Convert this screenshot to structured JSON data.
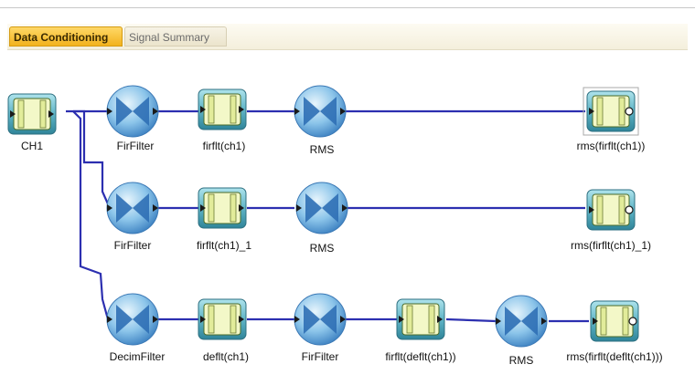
{
  "tabs": [
    {
      "label": "Data Conditioning",
      "active": true
    },
    {
      "label": "Signal Summary",
      "active": false
    }
  ],
  "nodes": {
    "ch1": {
      "label": "CH1",
      "icon": "channel-icon"
    },
    "fir1": {
      "label": "FirFilter",
      "icon": "filter-function-icon"
    },
    "firflt1": {
      "label": "firflt(ch1)",
      "icon": "channel-icon"
    },
    "rms1": {
      "label": "RMS",
      "icon": "rms-function-icon"
    },
    "out1": {
      "label": "rms(firflt(ch1))",
      "icon": "output-channel-icon"
    },
    "fir2": {
      "label": "FirFilter",
      "icon": "filter-function-icon"
    },
    "firflt2": {
      "label": "firflt(ch1)_1",
      "icon": "channel-icon"
    },
    "rms2": {
      "label": "RMS",
      "icon": "rms-function-icon"
    },
    "out2": {
      "label": "rms(firflt(ch1)_1)",
      "icon": "output-channel-icon"
    },
    "decim": {
      "label": "DecimFilter",
      "icon": "filter-function-icon"
    },
    "deflt": {
      "label": "deflt(ch1)",
      "icon": "channel-icon"
    },
    "fir3": {
      "label": "FirFilter",
      "icon": "filter-function-icon"
    },
    "firflt3": {
      "label": "firflt(deflt(ch1))",
      "icon": "channel-icon"
    },
    "rms3": {
      "label": "RMS",
      "icon": "rms-function-icon"
    },
    "out3": {
      "label": "rms(firflt(deflt(ch1)))",
      "icon": "output-channel-icon"
    }
  },
  "colors": {
    "wire": "#2c2fb0",
    "channel_fill": "#f3f8c8",
    "channel_frame": "#4b9fb0",
    "function_light": "#c9e6f6",
    "function_dark": "#3f86c8",
    "tab_active": "#f6be2e"
  }
}
